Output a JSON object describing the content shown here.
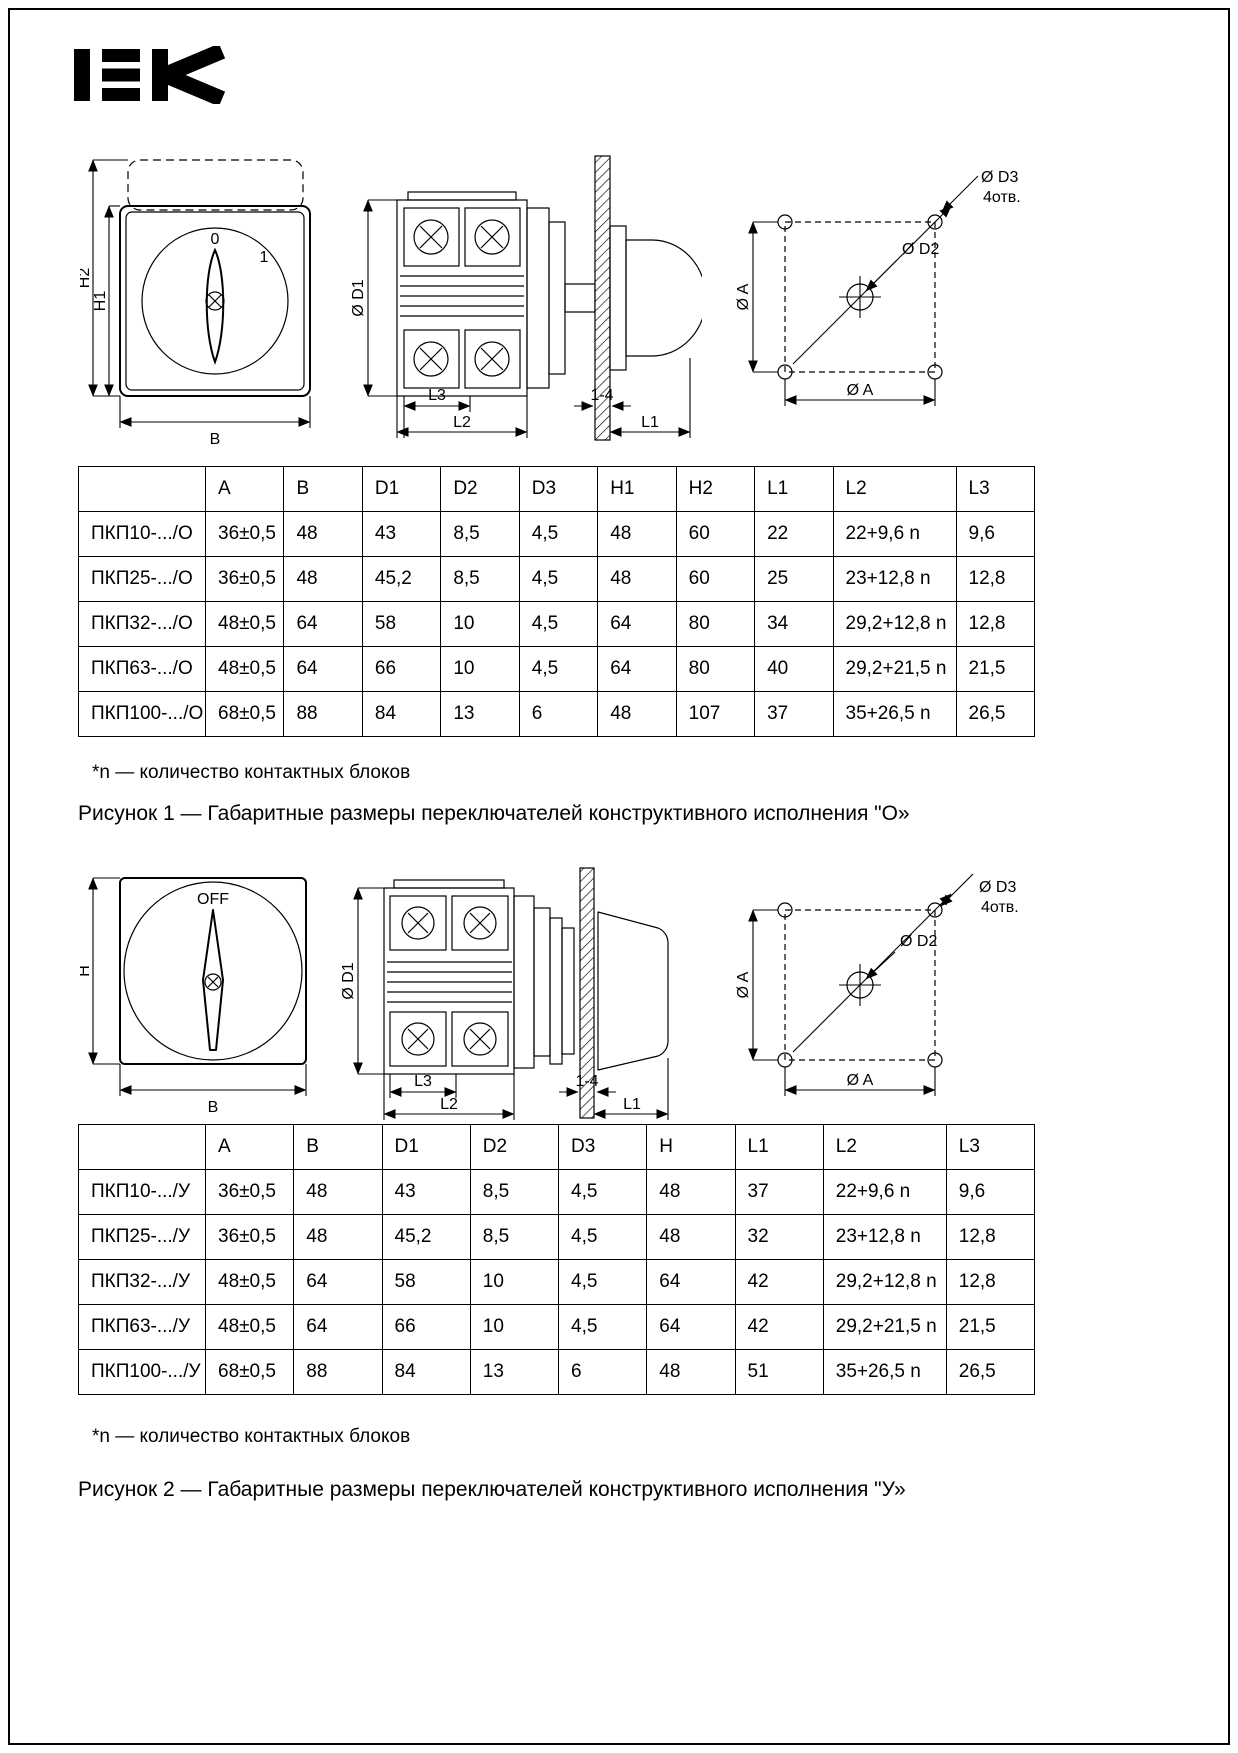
{
  "page": {
    "logo": "IEK"
  },
  "labels": {
    "front1": {
      "h2": "H2",
      "h1": "H1",
      "pos0": "0",
      "pos1": "1",
      "b": "B"
    },
    "front2": {
      "h": "H",
      "off": "OFF",
      "b": "B"
    },
    "side": {
      "d1": "Ø D1",
      "l3": "L3",
      "l2": "L2",
      "panel_gap": "1-4",
      "l1": "L1"
    },
    "mount": {
      "a": "Ø A",
      "d2": "Ø D2",
      "d3": "Ø D3",
      "holes": "4отв."
    }
  },
  "figure1": {
    "table": {
      "headers": [
        "",
        "A",
        "B",
        "D1",
        "D2",
        "D3",
        "H1",
        "H2",
        "L1",
        "L2",
        "L3"
      ],
      "rows": [
        [
          "ПКП10-.../О",
          "36±0,5",
          "48",
          "43",
          "8,5",
          "4,5",
          "48",
          "60",
          "22",
          "22+9,6 n",
          "9,6"
        ],
        [
          "ПКП25-.../О",
          "36±0,5",
          "48",
          "45,2",
          "8,5",
          "4,5",
          "48",
          "60",
          "25",
          "23+12,8 n",
          "12,8"
        ],
        [
          "ПКП32-.../О",
          "48±0,5",
          "64",
          "58",
          "10",
          "4,5",
          "64",
          "80",
          "34",
          "29,2+12,8 n",
          "12,8"
        ],
        [
          "ПКП63-.../О",
          "48±0,5",
          "64",
          "66",
          "10",
          "4,5",
          "64",
          "80",
          "40",
          "29,2+21,5 n",
          "21,5"
        ],
        [
          "ПКП100-.../О",
          "68±0,5",
          "88",
          "84",
          "13",
          "6",
          "48",
          "107",
          "37",
          "35+26,5 n",
          "26,5"
        ]
      ]
    },
    "footnote": "*n — количество контактных блоков",
    "caption": "Рисунок 1 — Габаритные размеры переключателей конструктивного исполнения \"О»"
  },
  "figure2": {
    "table": {
      "headers": [
        "",
        "A",
        "B",
        "D1",
        "D2",
        "D3",
        "H",
        "L1",
        "L2",
        "L3"
      ],
      "rows": [
        [
          "ПКП10-.../У",
          "36±0,5",
          "48",
          "43",
          "8,5",
          "4,5",
          "48",
          "37",
          "22+9,6 n",
          "9,6"
        ],
        [
          "ПКП25-.../У",
          "36±0,5",
          "48",
          "45,2",
          "8,5",
          "4,5",
          "48",
          "32",
          "23+12,8 n",
          "12,8"
        ],
        [
          "ПКП32-.../У",
          "48±0,5",
          "64",
          "58",
          "10",
          "4,5",
          "64",
          "42",
          "29,2+12,8 n",
          "12,8"
        ],
        [
          "ПКП63-.../У",
          "48±0,5",
          "64",
          "66",
          "10",
          "4,5",
          "64",
          "42",
          "29,2+21,5 n",
          "21,5"
        ],
        [
          "ПКП100-.../У",
          "68±0,5",
          "88",
          "84",
          "13",
          "6",
          "48",
          "51",
          "35+26,5 n",
          "26,5"
        ]
      ]
    },
    "footnote": "*n — количество контактных блоков",
    "caption": "Рисунок 2 — Габаритные размеры переключателей конструктивного исполнения \"У»"
  }
}
